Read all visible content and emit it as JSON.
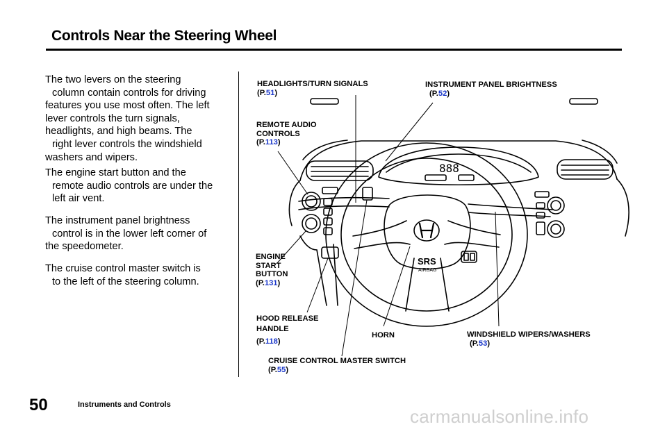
{
  "header": {
    "title": "Controls Near the Steering Wheel"
  },
  "body": {
    "paragraphs": [
      [
        "The two levers on the steering",
        "column contain controls for driving",
        "features you use most often. The left",
        "lever controls the turn signals,",
        "headlights, and high beams. The",
        "right lever controls the windshield",
        "washers and wipers."
      ],
      [
        "The engine start button and the",
        "remote audio controls are under the",
        "left air vent."
      ],
      [
        "The instrument panel brightness",
        "control is in the lower left corner of",
        "the speedometer."
      ],
      [
        "The cruise control master switch is",
        "to the left of the steering column."
      ]
    ]
  },
  "labels": {
    "headlights": {
      "lines": [
        "HEADLIGHTS/TURN SIGNALS"
      ],
      "ref_prefix": "(P.",
      "ref_page": "51",
      "ref_suffix": ")"
    },
    "instrument": {
      "lines": [
        "INSTRUMENT PANEL BRIGHTNESS"
      ],
      "ref_prefix": "(P.",
      "ref_page": "52",
      "ref_suffix": ")"
    },
    "audio": {
      "lines": [
        "REMOTE AUDIO",
        "CONTROLS"
      ],
      "ref_prefix": "(P.",
      "ref_page": "113",
      "ref_suffix": ")"
    },
    "engine": {
      "lines": [
        "ENGINE",
        "START",
        "BUTTON"
      ],
      "ref_prefix": "(P.",
      "ref_page": "131",
      "ref_suffix": ")"
    },
    "hood": {
      "lines": [
        "HOOD RELEASE",
        "HANDLE"
      ],
      "ref_prefix": "(P.",
      "ref_page": "118",
      "ref_suffix": ")"
    },
    "horn": {
      "lines": [
        "HORN"
      ]
    },
    "wipers": {
      "lines": [
        "WINDSHIELD WIPERS/WASHERS"
      ],
      "ref_prefix": "(P.",
      "ref_page": "53",
      "ref_suffix": ")"
    },
    "cruise": {
      "lines": [
        "CRUISE CONTROL MASTER SWITCH"
      ],
      "ref_prefix": "(P.",
      "ref_page": "55",
      "ref_suffix": ")"
    }
  },
  "illustration": {
    "airbag_text": "SRS",
    "airbag_subtext": "AIRBAG"
  },
  "footer": {
    "page_number": "50",
    "section": "Instruments and Controls",
    "watermark": "carmanualsonline.info"
  },
  "colors": {
    "reference_blue": "#1a37c9",
    "watermark_gray": "#cfcfcf"
  }
}
